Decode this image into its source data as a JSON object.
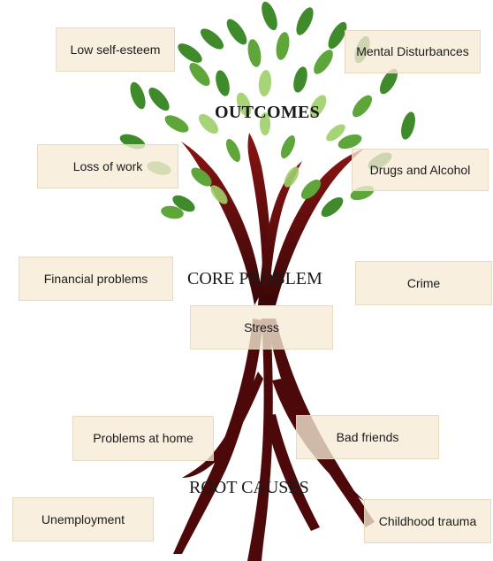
{
  "sections": {
    "outcomes": "OUTCOMES",
    "core_problem": "CORE PROBLEM",
    "root_causes": "ROOT CAUSES"
  },
  "outcomes": [
    "Low self-esteem",
    "Mental Disturbances",
    "Loss of work",
    "Drugs and Alcohol",
    "Financial problems",
    "Crime"
  ],
  "core_problem": "Stress",
  "root_causes": [
    "Problems at home",
    "Bad friends",
    "Unemployment",
    "Childhood trauma"
  ],
  "colors": {
    "trunk": "#7a1010",
    "trunk_dark": "#4a0808",
    "leaf_dark": "#3f8a2a",
    "leaf_mid": "#5fa63a",
    "leaf_light": "#9fd06a",
    "box_fill": "#f6ebd6"
  }
}
